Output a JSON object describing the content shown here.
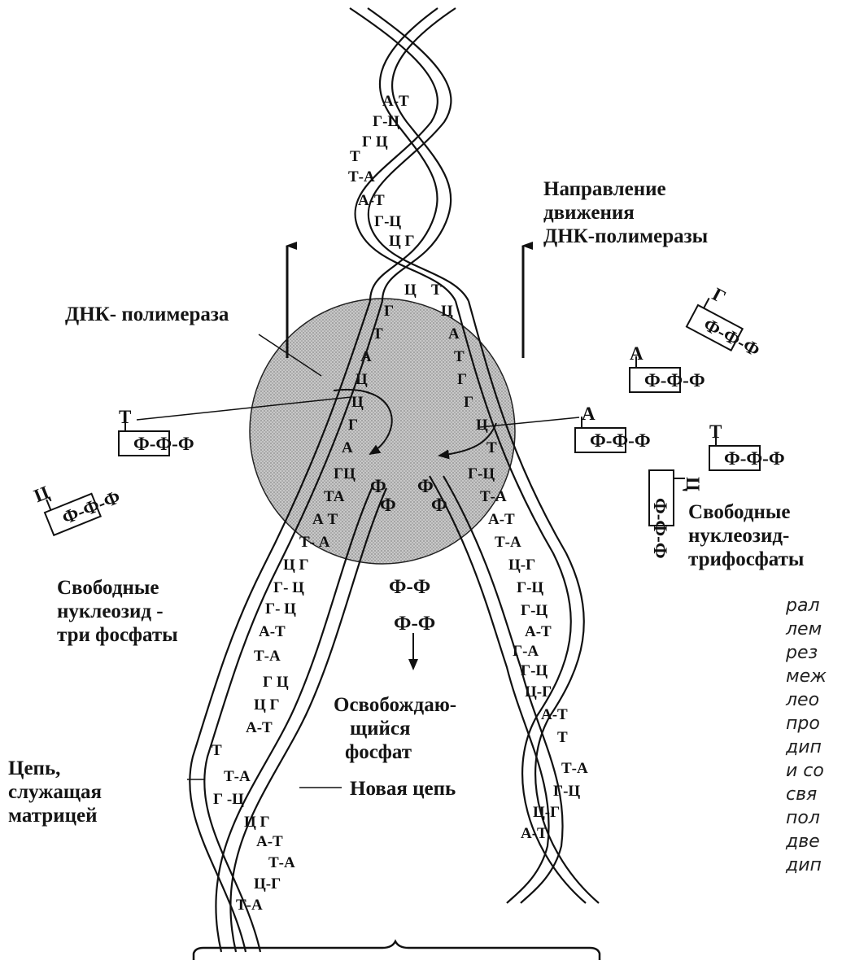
{
  "labels": {
    "direction": [
      "Направление",
      "движения",
      "ДНК-полимеразы"
    ],
    "polymerase": "ДНК- полимераза",
    "free_left": [
      "Свободные",
      "нуклеозид -",
      "три фосфаты"
    ],
    "free_right": [
      "Свободные",
      "нуклеозид-",
      "трифосфаты"
    ],
    "released": [
      "Освобождаю-",
      "щийся",
      "фосфат"
    ],
    "template": [
      "Цепь,",
      "служащая",
      "матрицей"
    ],
    "new_chain": "Новая цепь",
    "pyrophosphate": "Ф-Ф",
    "pyrophosphate_released": "Ф-Ф"
  },
  "side_text": [
    "рал",
    "лем",
    "рез",
    "меж",
    "лео",
    "про",
    "дип",
    "и со",
    "свя",
    "пол",
    "две",
    "дип"
  ],
  "pairs_top": [
    "А-Т",
    "Г-Ц",
    "Г Ц",
    "Т",
    "Т-А",
    "А-Т",
    "Г-Ц",
    "Ц Г"
  ],
  "fork_left": [
    "Ц",
    "Г",
    "Т",
    "А",
    "Ц",
    "Ц",
    "Г",
    "А",
    "ГЦ",
    "ТА",
    "А Т",
    "Т- А",
    "Ц  Г",
    "Г- Ц",
    "Г- Ц",
    "А-Т",
    "Т-А"
  ],
  "fork_right": [
    "Т",
    "Ц",
    "А",
    "Т",
    "Г",
    "Г",
    "Ц",
    "Т",
    "Г-Ц",
    "Т-А",
    "А-Т",
    "Т-А",
    "Ц-Г",
    "Г-Ц",
    "Г-Ц",
    "А-Т",
    "Г-А",
    "Г-Ц"
  ],
  "bottom_left_pairs": [
    "Г Ц",
    "Ц Г",
    "А-Т",
    "Т",
    "Т-А",
    "Г -Ц",
    "Ц Г",
    "А-Т",
    "Т-А",
    "Ц-Г",
    "Т-А"
  ],
  "bottom_right_pairs": [
    "Ц-Г",
    "А-Т",
    "Т",
    "Т-А",
    "Г-Ц",
    "Ц-Г",
    "А-Т"
  ],
  "nucleotides": [
    {
      "base": "Г",
      "phosphates": "Ф-Ф-Ф"
    },
    {
      "base": "А",
      "phosphates": "Ф-Ф-Ф"
    },
    {
      "base": "А",
      "phosphates": "Ф-Ф-Ф"
    },
    {
      "base": "Т",
      "phosphates": "Ф-Ф-Ф"
    },
    {
      "base": "Т",
      "phosphates": "Ф-Ф-Ф"
    },
    {
      "base": "Ц",
      "phosphates": "Ф-Ф-Ф"
    },
    {
      "base": "Ц",
      "phosphates": "Ф-Ф-Ф"
    }
  ],
  "phosphate_symbol": "Ф",
  "colors": {
    "polymerase_fill": "#bdbdbd",
    "ink": "#111111"
  }
}
